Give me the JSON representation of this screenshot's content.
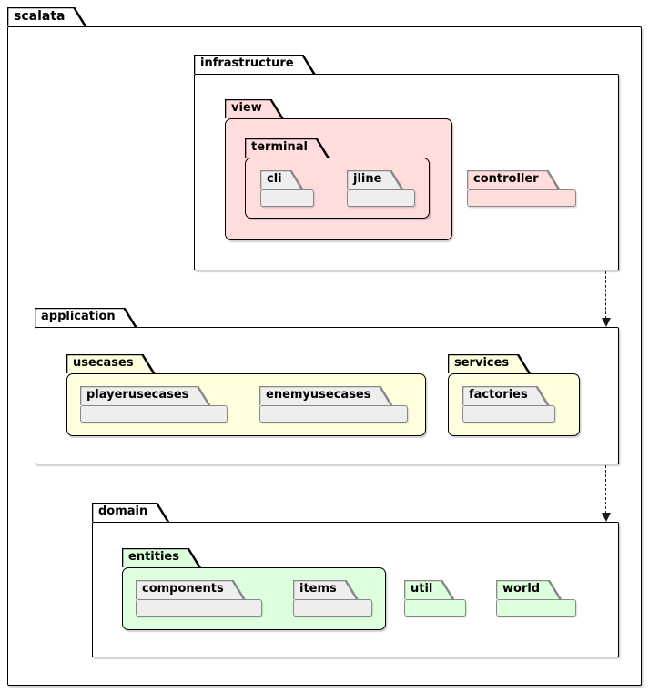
{
  "diagram_type": "package-diagram",
  "tree": {
    "label": "scalata",
    "children": [
      {
        "label": "infrastructure",
        "children": [
          {
            "label": "view",
            "fill": "pink",
            "children": [
              {
                "label": "terminal",
                "fill": "pink",
                "children": [
                  {
                    "label": "cli",
                    "fill": "leaf_gray"
                  },
                  {
                    "label": "jline",
                    "fill": "leaf_gray"
                  }
                ]
              }
            ]
          },
          {
            "label": "controller",
            "fill": "pink"
          }
        ]
      },
      {
        "label": "application",
        "children": [
          {
            "label": "usecases",
            "fill": "yellow",
            "children": [
              {
                "label": "playerusecases",
                "fill": "leaf_gray"
              },
              {
                "label": "enemyusecases",
                "fill": "leaf_gray"
              }
            ]
          },
          {
            "label": "services",
            "fill": "yellow",
            "children": [
              {
                "label": "factories",
                "fill": "leaf_gray"
              }
            ]
          }
        ]
      },
      {
        "label": "domain",
        "children": [
          {
            "label": "entities",
            "fill": "green",
            "children": [
              {
                "label": "components",
                "fill": "leaf_gray"
              },
              {
                "label": "items",
                "fill": "leaf_gray"
              }
            ]
          },
          {
            "label": "util",
            "fill": "green"
          },
          {
            "label": "world",
            "fill": "green"
          }
        ]
      }
    ]
  },
  "relations": [
    {
      "from": "infrastructure",
      "to": "application",
      "style": "dashed-arrow"
    },
    {
      "from": "application",
      "to": "domain",
      "style": "dashed-arrow"
    }
  ],
  "colors": {
    "background": "#FFFFFF",
    "package_border": "#000000",
    "leaf_border": "#888888",
    "pink": "#FFDDDD",
    "yellow": "#FFFFDD",
    "green": "#DDFFDD",
    "leaf_gray": "#EEEEEE",
    "arrow": "#1A1A1A"
  }
}
